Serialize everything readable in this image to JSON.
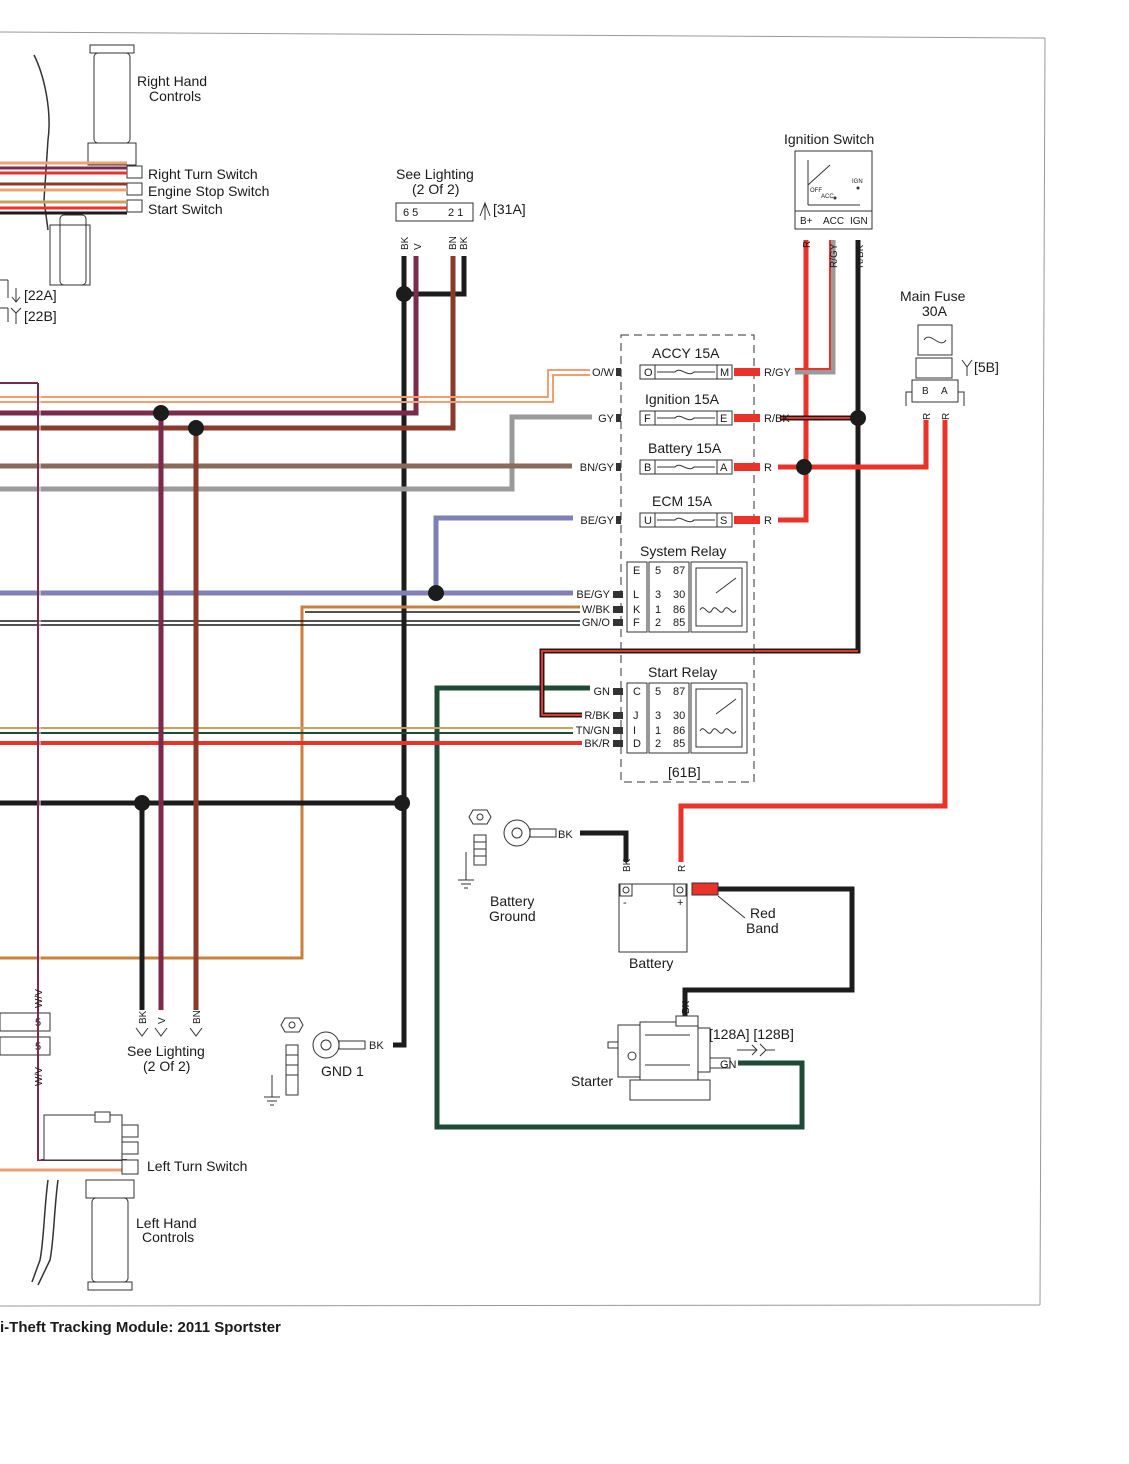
{
  "title": "i-Theft Tracking Module: 2011 Sportster",
  "components": {
    "right_hand_controls": [
      "Right Hand",
      "Controls"
    ],
    "right_turn_switch": "Right Turn Switch",
    "engine_stop_switch": "Engine Stop Switch",
    "start_switch": "Start Switch",
    "ref_22a": "[22A]",
    "ref_22b": "[22B]",
    "see_lighting_top": [
      "See Lighting",
      "(2 Of 2)"
    ],
    "connector_31a": "[31A]",
    "connector_pins_left": "6 5",
    "connector_pins_right": "2 1",
    "ignition_switch": "Ignition Switch",
    "ign_pos_off": "OFF",
    "ign_pos_acc": "ACC",
    "ign_pos_ign": "IGN",
    "ign_terms": [
      "B+",
      "ACC",
      "IGN"
    ],
    "main_fuse": [
      "Main Fuse",
      "30A"
    ],
    "fuse_terms": [
      "B",
      "A"
    ],
    "ref_5b": "[5B]",
    "fuses": [
      {
        "name": "ACCY 15A",
        "in": "O",
        "out": "M",
        "wire_in": "O/W",
        "wire_out": "R/GY"
      },
      {
        "name": "Ignition  15A",
        "in": "F",
        "out": "E",
        "wire_in": "GY",
        "wire_out": "R/BK"
      },
      {
        "name": "Battery 15A",
        "in": "B",
        "out": "A",
        "wire_in": "BN/GY",
        "wire_out": "R"
      },
      {
        "name": "ECM  15A",
        "in": "U",
        "out": "S",
        "wire_in": "BE/GY",
        "wire_out": "R"
      }
    ],
    "system_relay": {
      "name": "System Relay",
      "rows": [
        {
          "wire": "",
          "term": "E",
          "p1": "5",
          "p2": "87"
        },
        {
          "wire": "BE/GY",
          "term": "L",
          "p1": "3",
          "p2": "30"
        },
        {
          "wire": "W/BK",
          "term": "K",
          "p1": "1",
          "p2": "86"
        },
        {
          "wire": "GN/O",
          "term": "F",
          "p1": "2",
          "p2": "85"
        }
      ]
    },
    "start_relay": {
      "name": "Start Relay",
      "rows": [
        {
          "wire": "GN",
          "term": "C",
          "p1": "5",
          "p2": "87"
        },
        {
          "wire": "R/BK",
          "term": "J",
          "p1": "3",
          "p2": "30"
        },
        {
          "wire": "TN/GN",
          "term": "I",
          "p1": "1",
          "p2": "86"
        },
        {
          "wire": "BK/R",
          "term": "D",
          "p1": "2",
          "p2": "85"
        }
      ]
    },
    "fuse_block_ref": "[61B]",
    "battery_ground": [
      "Battery",
      "Ground"
    ],
    "battery": "Battery",
    "battery_neg": "-",
    "battery_pos": "+",
    "red_band": [
      "Red",
      "Band"
    ],
    "starter": "Starter",
    "starter_refs": "[128A] [128B]",
    "gnd1": "GND 1",
    "see_lighting_bottom": [
      "See Lighting",
      "(2 Of 2)"
    ],
    "left_turn_switch": "Left Turn Switch",
    "left_hand_controls": [
      "Left Hand",
      "Controls"
    ],
    "conn_pin_5": "5"
  },
  "wire_labels": {
    "bk": "BK",
    "v": "V",
    "bn": "BN",
    "r": "R",
    "rgy": "R/GY",
    "rbk": "R/BK",
    "gn": "GN",
    "wv": "W/V"
  },
  "colors": {
    "black": "#1c1c1c",
    "red": "#e8322a",
    "violet": "#7a2a4a",
    "brown": "#8a3a2a",
    "orange": "#f0a070",
    "gray": "#9a9a9a",
    "blue": "#8080b8",
    "green": "#1f4a35",
    "tan": "#c8a060"
  }
}
